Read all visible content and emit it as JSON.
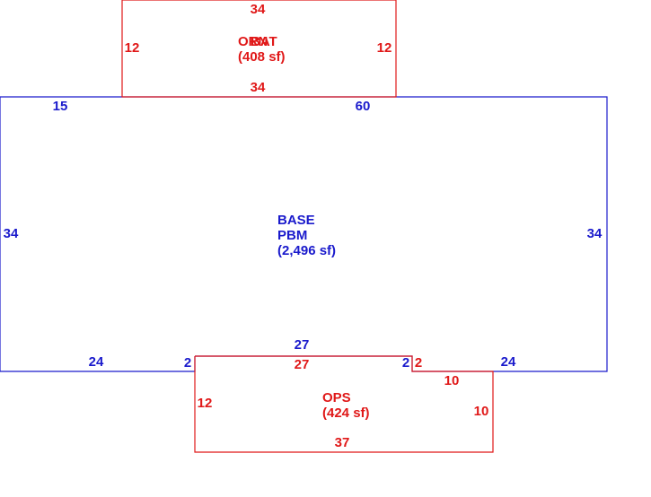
{
  "colors": {
    "base": "#1a1acc",
    "addition": "#e01818"
  },
  "areas": {
    "base": {
      "name": "BASE",
      "code": "PBM",
      "area": "(2,496 sf)",
      "dims": {
        "top_left": "15",
        "top_right": "60",
        "left": "34",
        "right": "34",
        "bottom_left": "24",
        "bottom_right": "24",
        "bottom_mid": "27",
        "notch_left": "2",
        "notch_right": "2"
      }
    },
    "ornbat": {
      "name_a": "ORN",
      "name_b": "BAT",
      "area": "(408 sf)",
      "dims": {
        "top": "34",
        "bottom": "34",
        "left": "12",
        "right": "12"
      }
    },
    "ops": {
      "name": "OPS",
      "area": "(424 sf)",
      "dims": {
        "top": "27",
        "left": "12",
        "right": "10",
        "bottom": "37",
        "step_top": "10",
        "step_left": "2"
      }
    }
  }
}
